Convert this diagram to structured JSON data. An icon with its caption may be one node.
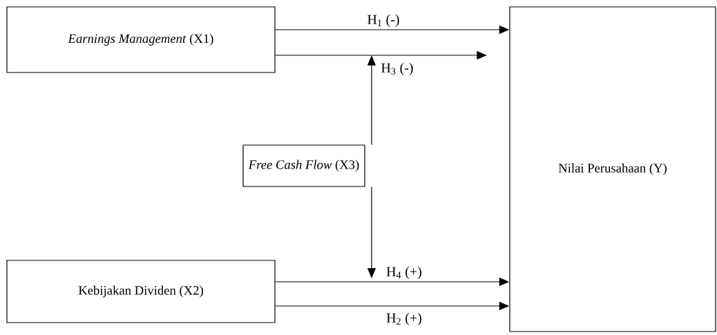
{
  "diagram": {
    "nodes": [
      {
        "text": [
          "*Earnings Management* (X1)"
        ]
      },
      {
        "text": [
          "Nilai Perusahaan (Y)"
        ]
      },
      {
        "text": [
          "*Free Cash Flow* (X3)"
        ]
      },
      {
        "text": [
          "Kebijakan Dividen (X2)"
        ]
      }
    ],
    "edges": [
      {
        "from": 0,
        "to": 1,
        "arrow": "to",
        "label": "H$_{1}$ (-)"
      },
      {
        "from": 0,
        "to": null,
        "arrow": "to"
      },
      {
        "from": 2,
        "to": null,
        "arrow": "to",
        "label": "H$_{3}$ (-)"
      },
      {
        "from": 2,
        "to": null,
        "arrow": "to",
        "label": "H$_{4}$ (+)"
      },
      {
        "from": 3,
        "to": 1,
        "arrow": "to"
      },
      {
        "from": 3,
        "to": 1,
        "arrow": "to",
        "label": "H$_{2}$ (+)"
      }
    ]
  }
}
